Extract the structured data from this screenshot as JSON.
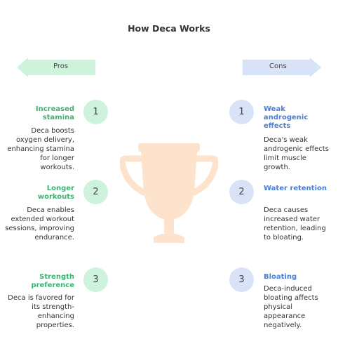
{
  "title": "How Deca Works",
  "arrows": {
    "left_label": "Pros",
    "right_label": "Cons",
    "pros_color": "#cdf3dc",
    "cons_color": "#d9e3f8"
  },
  "trophy_icon": "trophy-icon",
  "trophy_color": "#fde3cc",
  "pros": [
    {
      "number": "1",
      "heading": "Increased stamina",
      "text": "Deca boosts oxygen delivery, enhancing stamina for longer workouts."
    },
    {
      "number": "2",
      "heading": "Longer workouts",
      "text": "Deca enables extended workout sessions, improving endurance."
    },
    {
      "number": "3",
      "heading": "Strength preference",
      "text": "Deca is favored for its strength-enhancing properties."
    }
  ],
  "cons": [
    {
      "number": "1",
      "heading": "Weak androgenic effects",
      "text": "Deca's weak androgenic effects limit muscle growth."
    },
    {
      "number": "2",
      "heading": "Water retention",
      "text": "Deca causes increased water retention, leading to bloating."
    },
    {
      "number": "3",
      "heading": "Bloating",
      "text": "Deca-induced bloating affects physical appearance negatively."
    }
  ]
}
